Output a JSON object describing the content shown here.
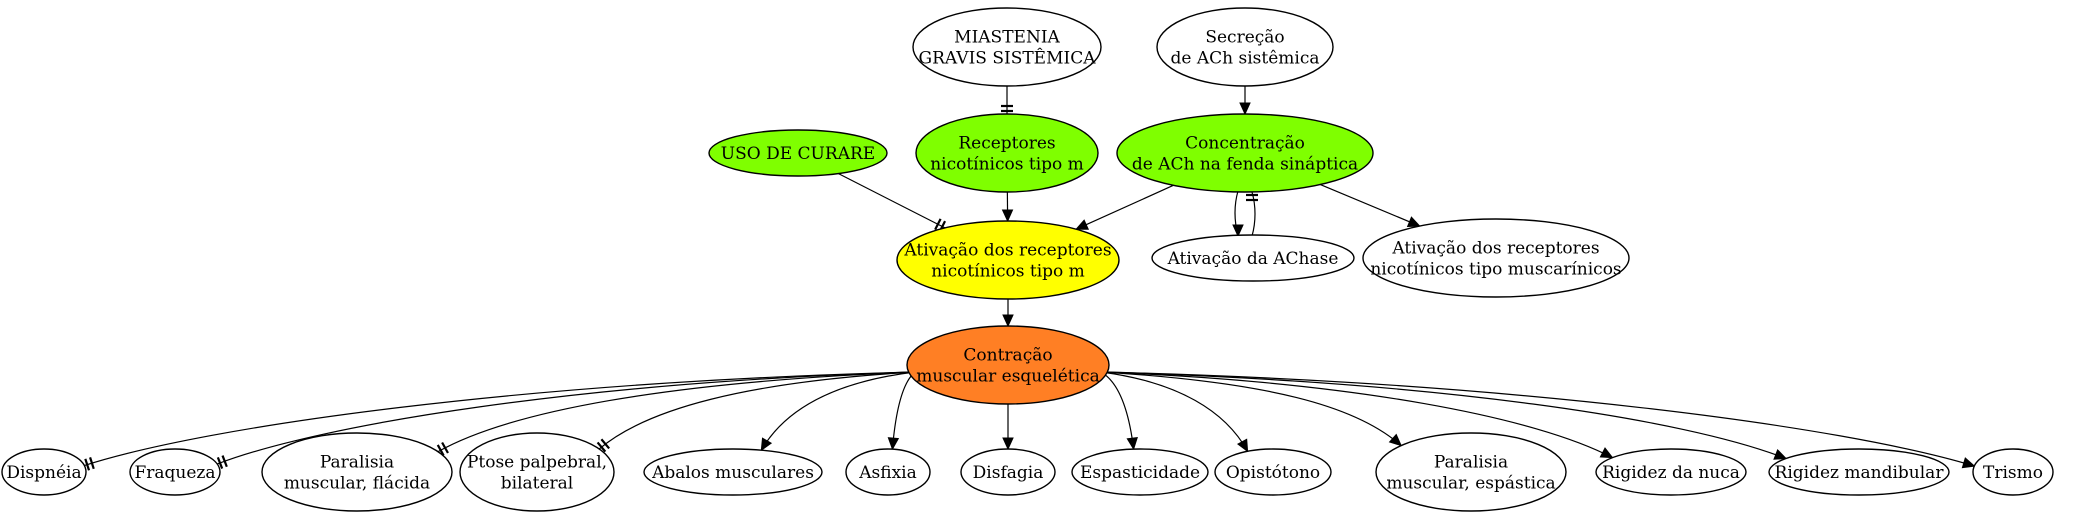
{
  "colors": {
    "green": "#7fff00",
    "yellow": "#ffff00",
    "orange": "#ff7f24",
    "white": "#ffffff",
    "stroke": "#000000"
  },
  "nodes": [
    {
      "id": "miastenia",
      "lines": [
        "MIASTENIA",
        "GRAVIS SISTÊMICA"
      ],
      "fill": "white"
    },
    {
      "id": "secrecao",
      "lines": [
        "Secreção",
        "de ACh sistêmica"
      ],
      "fill": "white"
    },
    {
      "id": "curare",
      "lines": [
        "USO DE CURARE"
      ],
      "fill": "green"
    },
    {
      "id": "receptores",
      "lines": [
        "Receptores",
        "nicotínicos tipo m"
      ],
      "fill": "green"
    },
    {
      "id": "concentracao",
      "lines": [
        "Concentração",
        "de ACh na fenda sináptica"
      ],
      "fill": "green"
    },
    {
      "id": "ativacao_rec",
      "lines": [
        "Ativação dos receptores",
        "nicotínicos tipo m"
      ],
      "fill": "yellow"
    },
    {
      "id": "achase",
      "lines": [
        "Ativação da AChase"
      ],
      "fill": "white"
    },
    {
      "id": "muscarinicos",
      "lines": [
        "Ativação dos receptores",
        "nicotínicos tipo muscarínicos"
      ],
      "fill": "white"
    },
    {
      "id": "contracao",
      "lines": [
        "Contração",
        "muscular esquelética"
      ],
      "fill": "orange"
    },
    {
      "id": "dispneia",
      "lines": [
        "Dispnéia"
      ],
      "fill": "white"
    },
    {
      "id": "fraqueza",
      "lines": [
        "Fraqueza"
      ],
      "fill": "white"
    },
    {
      "id": "paralisia_flacida",
      "lines": [
        "Paralisia",
        "muscular, flácida"
      ],
      "fill": "white"
    },
    {
      "id": "ptose",
      "lines": [
        "Ptose palpebral,",
        "bilateral"
      ],
      "fill": "white"
    },
    {
      "id": "abalos",
      "lines": [
        "Abalos musculares"
      ],
      "fill": "white"
    },
    {
      "id": "asfixia",
      "lines": [
        "Asfixia"
      ],
      "fill": "white"
    },
    {
      "id": "disfagia",
      "lines": [
        "Disfagia"
      ],
      "fill": "white"
    },
    {
      "id": "espasticidade",
      "lines": [
        "Espasticidade"
      ],
      "fill": "white"
    },
    {
      "id": "opistotono",
      "lines": [
        "Opistótono"
      ],
      "fill": "white"
    },
    {
      "id": "paralisia_espastica",
      "lines": [
        "Paralisia",
        "muscular, espástica"
      ],
      "fill": "white"
    },
    {
      "id": "rigidez_nuca",
      "lines": [
        "Rigidez da nuca"
      ],
      "fill": "white"
    },
    {
      "id": "rigidez_mandibular",
      "lines": [
        "Rigidez mandibular"
      ],
      "fill": "white"
    },
    {
      "id": "trismo",
      "lines": [
        "Trismo"
      ],
      "fill": "white"
    }
  ],
  "edges": [
    {
      "from": "miastenia",
      "to": "receptores",
      "type": "inhibit"
    },
    {
      "from": "secrecao",
      "to": "concentracao",
      "type": "activate"
    },
    {
      "from": "curare",
      "to": "ativacao_rec",
      "type": "inhibit"
    },
    {
      "from": "receptores",
      "to": "ativacao_rec",
      "type": "activate"
    },
    {
      "from": "concentracao",
      "to": "ativacao_rec",
      "type": "activate"
    },
    {
      "from": "concentracao",
      "to": "achase",
      "type": "activate"
    },
    {
      "from": "achase",
      "to": "concentracao",
      "type": "inhibit"
    },
    {
      "from": "concentracao",
      "to": "muscarinicos",
      "type": "activate"
    },
    {
      "from": "ativacao_rec",
      "to": "contracao",
      "type": "activate"
    },
    {
      "from": "contracao",
      "to": "dispneia",
      "type": "inhibit"
    },
    {
      "from": "contracao",
      "to": "fraqueza",
      "type": "inhibit"
    },
    {
      "from": "contracao",
      "to": "paralisia_flacida",
      "type": "inhibit"
    },
    {
      "from": "contracao",
      "to": "ptose",
      "type": "inhibit"
    },
    {
      "from": "contracao",
      "to": "abalos",
      "type": "activate"
    },
    {
      "from": "contracao",
      "to": "asfixia",
      "type": "activate"
    },
    {
      "from": "contracao",
      "to": "disfagia",
      "type": "activate"
    },
    {
      "from": "contracao",
      "to": "espasticidade",
      "type": "activate"
    },
    {
      "from": "contracao",
      "to": "opistotono",
      "type": "activate"
    },
    {
      "from": "contracao",
      "to": "paralisia_espastica",
      "type": "activate"
    },
    {
      "from": "contracao",
      "to": "rigidez_nuca",
      "type": "activate"
    },
    {
      "from": "contracao",
      "to": "rigidez_mandibular",
      "type": "activate"
    },
    {
      "from": "contracao",
      "to": "trismo",
      "type": "activate"
    }
  ]
}
